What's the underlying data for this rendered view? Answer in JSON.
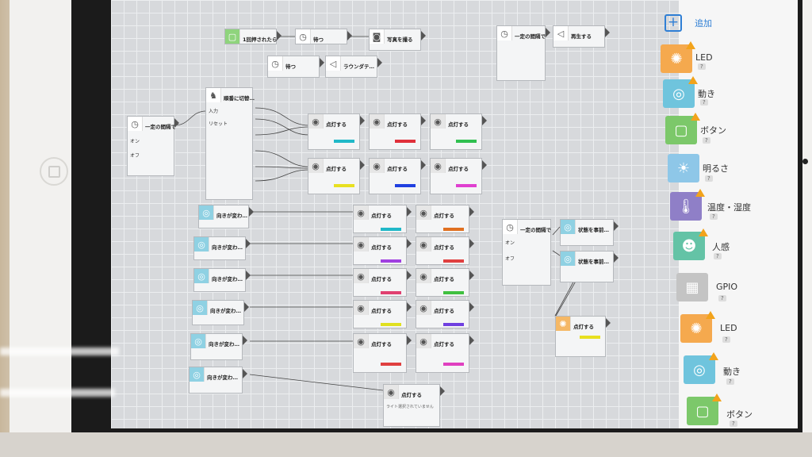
{
  "sidebar": {
    "add_label": "追加",
    "items": [
      {
        "label": "LED",
        "badge": "?",
        "icon": "led-icon",
        "color": "#f5a94e"
      },
      {
        "label": "動き",
        "badge": "?",
        "icon": "motion-icon",
        "color": "#6fc4dd"
      },
      {
        "label": "ボタン",
        "badge": "?",
        "icon": "button-icon",
        "color": "#7cc86a"
      },
      {
        "label": "明るさ",
        "badge": "?",
        "icon": "brightness-icon",
        "color": "#8ec7e8"
      },
      {
        "label": "温度・湿度",
        "badge": "?",
        "icon": "thermometer-icon",
        "color": "#8f7fc7"
      },
      {
        "label": "人感",
        "badge": "?",
        "icon": "human-sensor-icon",
        "color": "#64c3a6"
      },
      {
        "label": "GPIO",
        "badge": "?",
        "icon": "gpio-icon",
        "color": "#c4c4c4"
      },
      {
        "label": "LED",
        "badge": "?",
        "icon": "led-icon",
        "color": "#f5a94e"
      },
      {
        "label": "動き",
        "badge": "?",
        "icon": "motion-icon",
        "color": "#6fc4dd"
      },
      {
        "label": "ボタン",
        "badge": "?",
        "icon": "button-icon",
        "color": "#7cc86a"
      }
    ]
  },
  "nodes": {
    "top_button": "1回押されたら",
    "wait1": "待つ",
    "camera": "写真を撮る",
    "wait2": "待つ",
    "sound1": "ラウンダテ…",
    "timer_top": "一定の間隔で",
    "sound2": "再生する",
    "timer_left": "一定の間隔で",
    "counter": "順番に切替…",
    "timer_right": "一定の間隔で",
    "state1": "状態を事前…",
    "state2": "状態を事前…",
    "led_right": "点灯する",
    "motion_label": "向きが変わ…",
    "hue_label": "点灯する",
    "hue_sub": "ライト選択されていません",
    "timer_on": "オン",
    "timer_off": "オフ",
    "input_label": "入力",
    "reset_label": "リセット"
  },
  "hue_colors": [
    "#20b8c8",
    "#e0303a",
    "#30c050",
    "#e8e020",
    "#2040e0",
    "#e040d0",
    "#e07020",
    "#a040e0",
    "#8060d0",
    "#3060e0",
    "#e04040",
    "#40c040",
    "#e0e020",
    "#7040e0",
    "#3050e0",
    "#e040c0"
  ]
}
